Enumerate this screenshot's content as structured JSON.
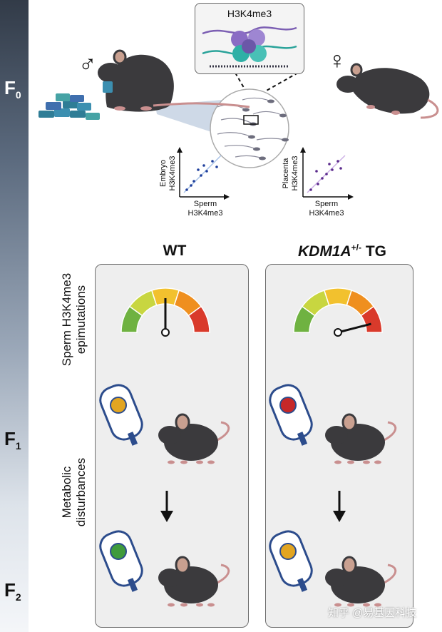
{
  "generations": {
    "f0": {
      "letter": "F",
      "sub": "0"
    },
    "f1": {
      "letter": "F",
      "sub": "1"
    },
    "f2": {
      "letter": "F",
      "sub": "2"
    }
  },
  "symbols": {
    "male": "♂",
    "female": "♀"
  },
  "inset": {
    "title": "H3K4me3"
  },
  "correlation_plots": [
    {
      "ylabel_line1": "Embryo",
      "ylabel_line2": "H3K4me3",
      "xlabel_line1": "Sperm",
      "xlabel_line2": "H3K4me3",
      "color": "#1f3f9c"
    },
    {
      "ylabel_line1": "Placenta",
      "ylabel_line2": "H3K4me3",
      "xlabel_line1": "Sperm",
      "xlabel_line2": "H3K4me3",
      "color": "#5a2a8c"
    }
  ],
  "columns": {
    "wt": {
      "title": "WT"
    },
    "tg": {
      "title_gene": "KDM1A",
      "title_sup": "+/-",
      "title_rest": " TG"
    }
  },
  "row_labels": {
    "epimutations_line1": "Sperm H3K4me3",
    "epimutations_line2": "epimutations",
    "metabolic_line1": "Metabolic",
    "metabolic_line2": "disturbances"
  },
  "gauges": {
    "wt": {
      "level": 0.5
    },
    "tg": {
      "level": 0.92
    }
  },
  "glucometers": {
    "wt_f1": {
      "color": "#e2a521"
    },
    "wt_f2": {
      "color": "#3f9b3b"
    },
    "tg_f1": {
      "color": "#c62828"
    },
    "tg_f2": {
      "color": "#e2a521"
    }
  },
  "colors": {
    "mouse": "#3b3a3d",
    "mouse_ear": "#c9a090",
    "tail": "#c98f8f",
    "pill": "#2f7d96",
    "gauge_red": "#d93a2b",
    "gauge_orange": "#ef8f1f",
    "gauge_yellow": "#f2c12e",
    "gauge_lime": "#c8d640",
    "gauge_green": "#6fb241"
  },
  "watermark": "知乎 @易基因科技"
}
